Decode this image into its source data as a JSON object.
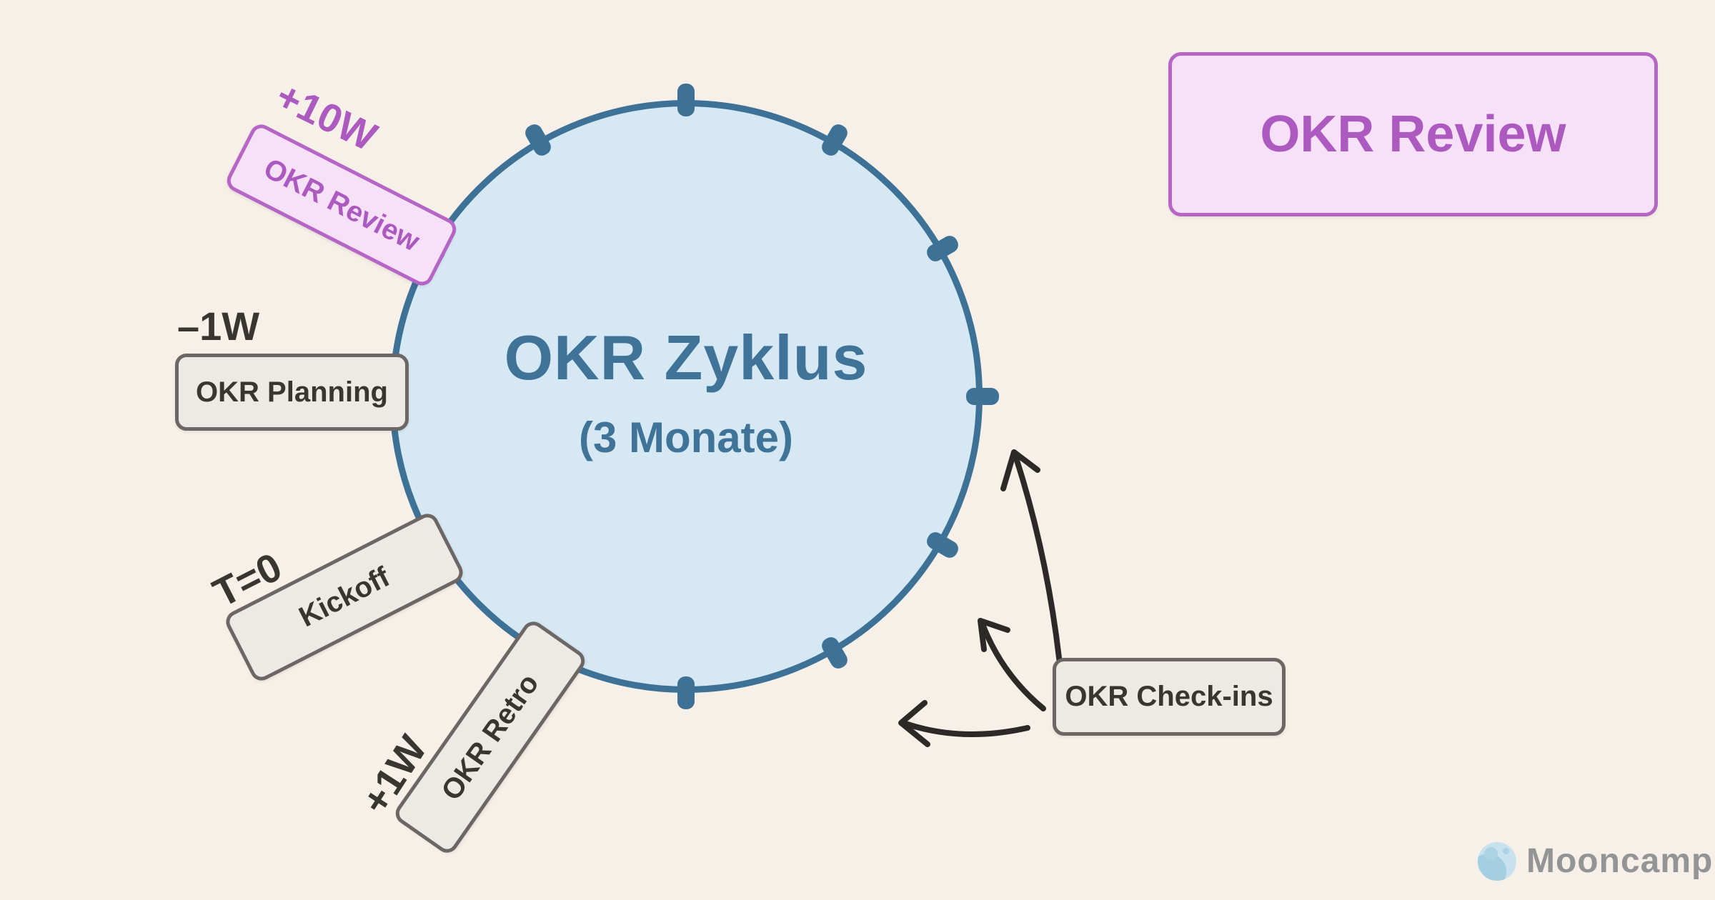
{
  "colors": {
    "background": "#f6f0e8",
    "circle_fill": "#d5e8f4",
    "circle_stroke": "#3d7296",
    "circle_text": "#3f7398",
    "highlight_fill": "#f7e1f9",
    "highlight_stroke": "#b565c5",
    "highlight_text": "#ac59c0",
    "box_fill": "#edeae5",
    "box_stroke": "#6c6764",
    "box_text": "#393531",
    "label_text": "#393531",
    "arrow": "#2c2926",
    "brand_text": "#949494",
    "moon_base": "#c7e2ee",
    "moon_shade": "#a3cfe0",
    "moon_crater": "#abd3e4"
  },
  "cycle": {
    "title": "OKR Zyklus",
    "subtitle": "(3 Monate)",
    "tick_count": 12
  },
  "events": [
    {
      "time_label": "+10W",
      "name": "OKR Review",
      "highlighted": true
    },
    {
      "time_label": "–1W",
      "name": "OKR Planning",
      "highlighted": false
    },
    {
      "time_label": "T=0",
      "name": "Kickoff",
      "highlighted": false
    },
    {
      "time_label": "+1W",
      "name": "OKR Retro",
      "highlighted": false
    }
  ],
  "checkins": {
    "name": "OKR Check-ins"
  },
  "callout": {
    "label": "OKR Review"
  },
  "brand": {
    "name": "Mooncamp"
  }
}
